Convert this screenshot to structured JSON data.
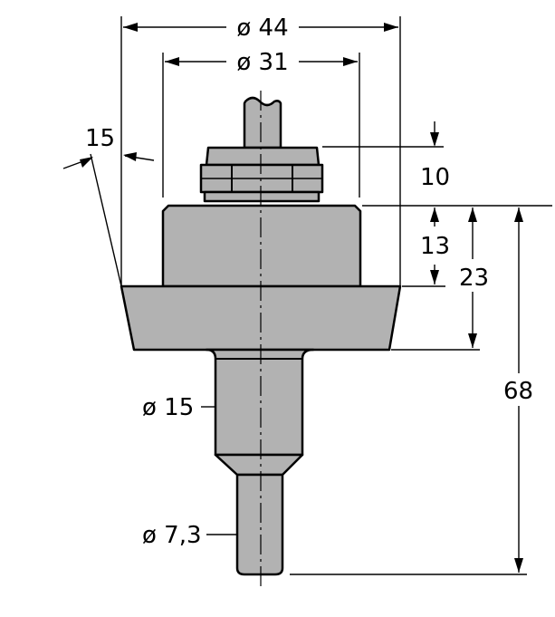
{
  "drawing": {
    "dim_dia_44": "ø 44",
    "dim_dia_31": "ø 31",
    "dim_15_chamfer": "15",
    "dim_10": "10",
    "dim_13": "13",
    "dim_23": "23",
    "dim_68": "68",
    "dim_dia_15": "ø 15",
    "dim_dia_7_3": "ø 7,3"
  },
  "colors": {
    "body_fill": "#b2b2b2",
    "line": "#000000",
    "background": "#ffffff"
  }
}
